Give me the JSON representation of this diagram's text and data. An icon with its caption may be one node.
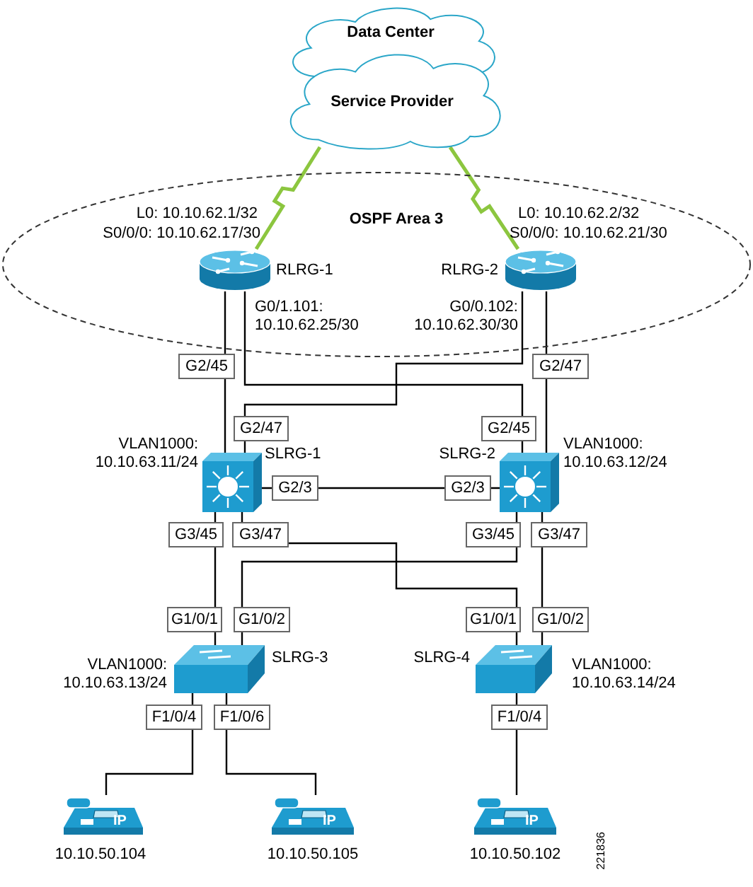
{
  "diagram": {
    "nodes": [
      {
        "text": [
          "Data Center"
        ]
      },
      {
        "text": [
          "Service Provider"
        ]
      },
      {
        "text": [
          "OSPF Area 3"
        ]
      },
      {
        "text": [
          "RLRG-1"
        ],
        "beside": [
          "L0: 10.10.62.1/32",
          "S0/0/0: 10.10.62.17/30",
          "G0/1.101: 10.10.62.25/30"
        ],
        "in": 2
      },
      {
        "text": [
          "RLRG-2"
        ],
        "beside": [
          "L0: 10.10.62.2/32",
          "S0/0/0: 10.10.62.21/30",
          "G0/0.102: 10.10.62.30/30"
        ],
        "in": 2
      },
      {
        "text": [
          "SLRG-1"
        ],
        "beside": [
          "VLAN1000: 10.10.63.11/24"
        ]
      },
      {
        "text": [
          "SLRG-2"
        ],
        "beside": [
          "VLAN1000: 10.10.63.12/24"
        ]
      },
      {
        "text": [
          "SLRG-3"
        ],
        "beside": [
          "VLAN1000: 10.10.63.13/24"
        ]
      },
      {
        "text": [
          "SLRG-4"
        ],
        "beside": [
          "VLAN1000: 10.10.63.14/24"
        ]
      },
      {
        "text": [
          "IP",
          "10.10.50.104"
        ]
      },
      {
        "text": [
          "IP",
          "10.10.50.105"
        ]
      },
      {
        "text": [
          "IP",
          "10.10.50.102"
        ]
      }
    ],
    "edges": [
      {
        "from": 1,
        "to": 3,
        "arrow": "none",
        "color": "#8cc63f"
      },
      {
        "from": 1,
        "to": 4,
        "arrow": "none",
        "color": "#8cc63f"
      },
      {
        "from": 3,
        "to": 5,
        "arrow": "none"
      },
      {
        "from": 3,
        "to": 6,
        "arrow": "none"
      },
      {
        "from": 4,
        "to": 5,
        "arrow": "none"
      },
      {
        "from": 4,
        "to": 6,
        "arrow": "none"
      },
      {
        "from": 5,
        "to": 6,
        "arrow": "none"
      },
      {
        "from": 5,
        "to": 7,
        "arrow": "none"
      },
      {
        "from": 5,
        "to": 8,
        "arrow": "none"
      },
      {
        "from": 6,
        "to": 7,
        "arrow": "none"
      },
      {
        "from": 6,
        "to": 8,
        "arrow": "none"
      },
      {
        "from": 7,
        "to": 9,
        "arrow": "none"
      },
      {
        "from": 7,
        "to": 10,
        "arrow": "none"
      },
      {
        "from": 8,
        "to": 11,
        "arrow": "none"
      }
    ],
    "labels": [
      "G2/45",
      "G2/47",
      "G2/47",
      "G2/45",
      "G2/3",
      "G2/3",
      "G3/45",
      "G3/47",
      "G3/45",
      "G3/47",
      "G1/0/1",
      "G1/0/2",
      "G1/0/1",
      "G1/0/2",
      "F1/0/4",
      "F1/0/6",
      "F1/0/4",
      "221836"
    ]
  }
}
